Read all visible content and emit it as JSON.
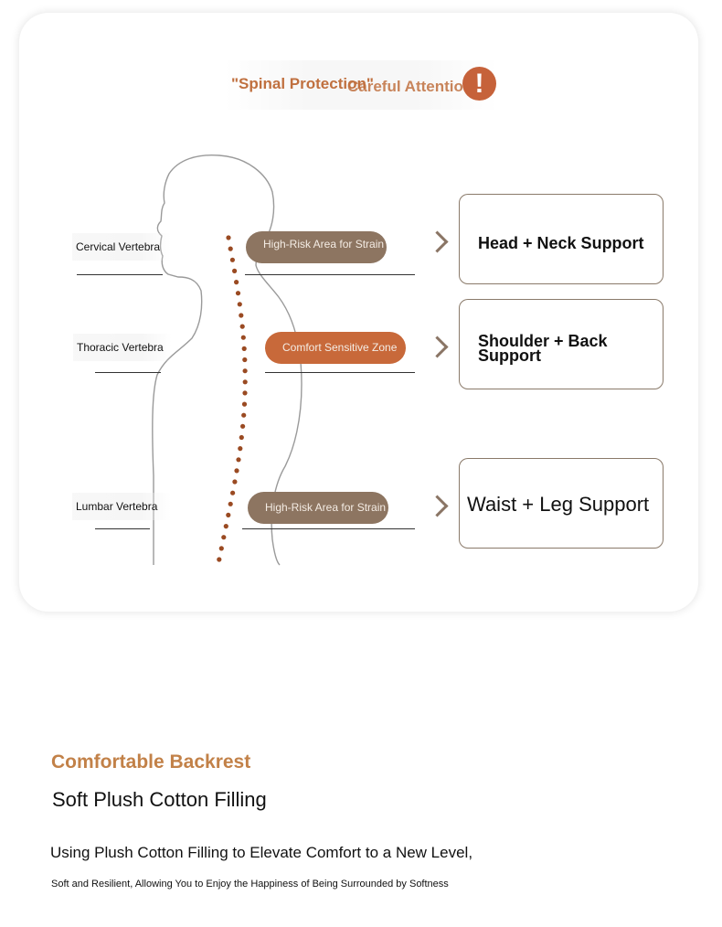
{
  "title": {
    "left_text": "\"Spinal Protection\"",
    "right_text": "Careful Attention",
    "alert_symbol": "!"
  },
  "vertebrae": [
    {
      "label": "Cervical Vertebra",
      "zone": "High-Risk Area for Strain",
      "support": "Head + Neck Support"
    },
    {
      "label": "Thoracic Vertebra",
      "zone": "Comfort Sensitive Zone",
      "support": "Shoulder + Back Support"
    },
    {
      "label": "Lumbar Vertebra",
      "zone": "High-Risk Area for Strain",
      "support": "Waist + Leg Support"
    }
  ],
  "colors": {
    "accent_orange": "#c6623a",
    "pill_brown": "#8d7561",
    "pill_orange": "#c8693a",
    "heading_tan": "#c28148",
    "spine_dots": "#9a4a22"
  },
  "bottom": {
    "heading": "Comfortable Backrest",
    "subheading": "Soft Plush Cotton Filling",
    "paragraph1": "Using Plush Cotton Filling to Elevate Comfort to a New Level,",
    "paragraph2": "Soft and Resilient, Allowing You to Enjoy the Happiness of Being Surrounded by Softness"
  }
}
